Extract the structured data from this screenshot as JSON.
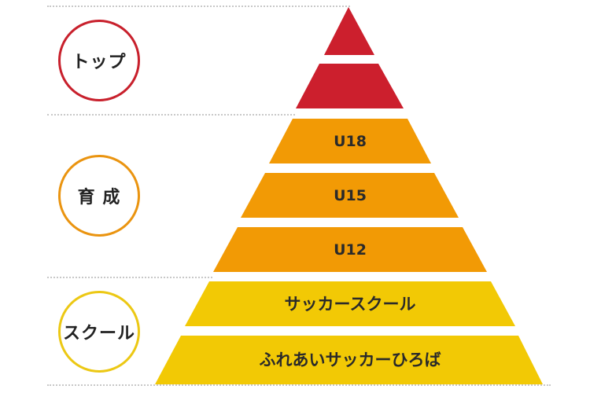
{
  "groups": [
    {
      "label": "トップ",
      "color": "#c8202c"
    },
    {
      "label": "育 成",
      "color": "#ea9410"
    },
    {
      "label": "スクール",
      "color": "#ecc814"
    }
  ],
  "layers": [
    {
      "label": "",
      "color": "#cc1f2d"
    },
    {
      "label": "",
      "color": "#cc1f2d"
    },
    {
      "label": "U18",
      "color": "#f29a05"
    },
    {
      "label": "U15",
      "color": "#f29a05"
    },
    {
      "label": "U12",
      "color": "#f29a05"
    },
    {
      "label": "サッカースクール",
      "color": "#f2c905"
    },
    {
      "label": "ふれあいサッカーひろば",
      "color": "#f2c905"
    }
  ]
}
